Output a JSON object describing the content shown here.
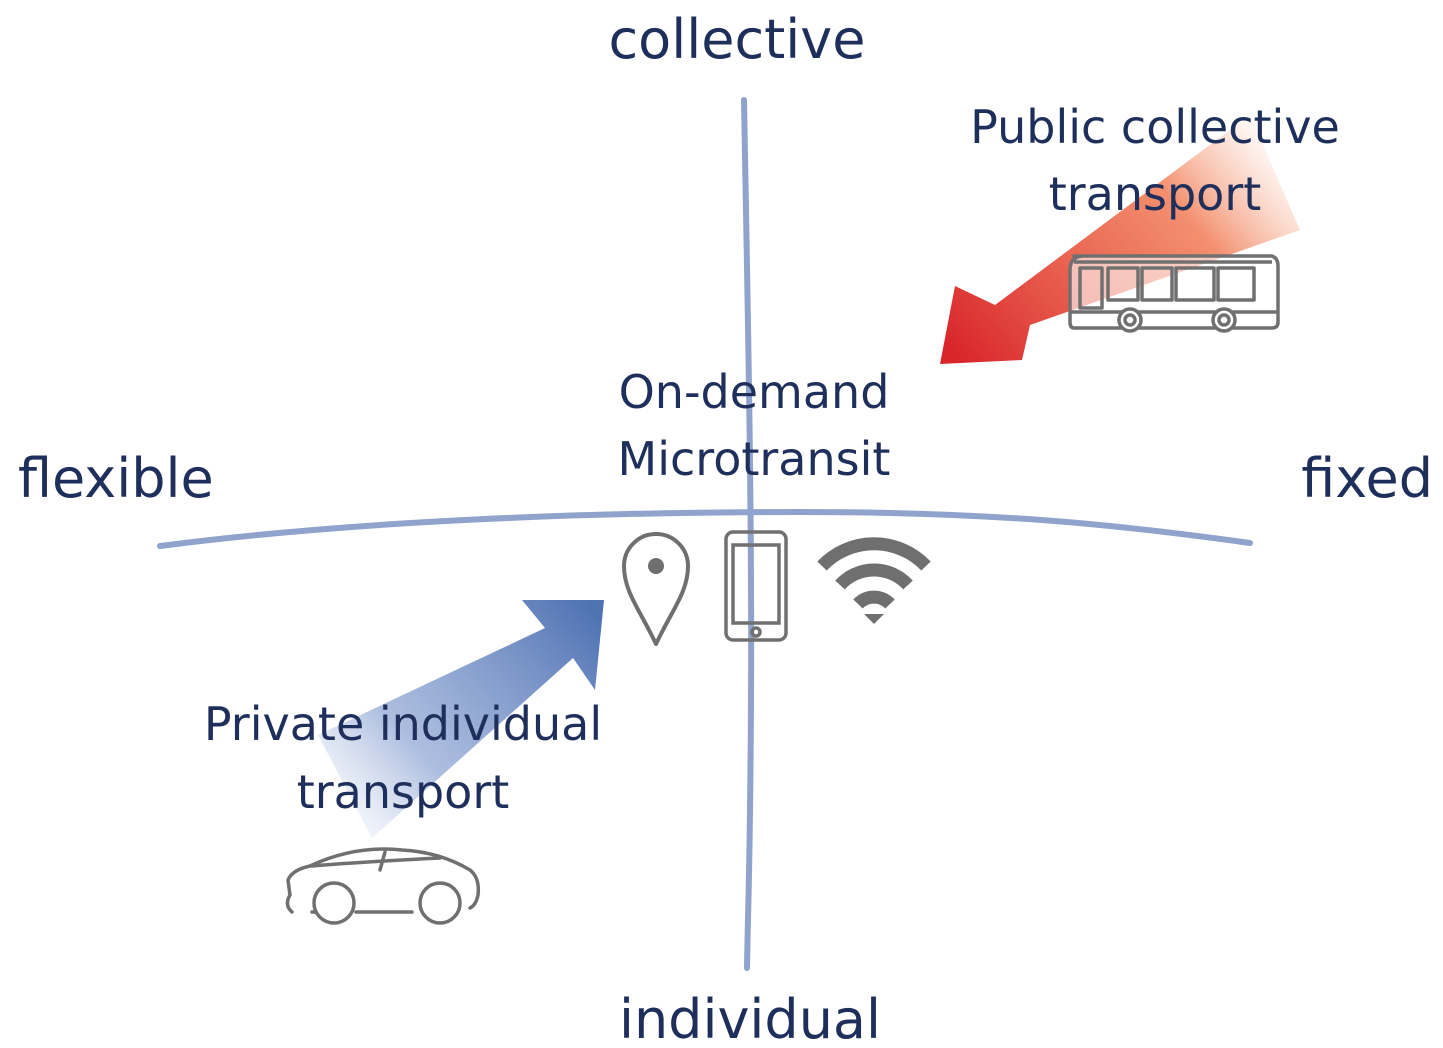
{
  "axes": {
    "top": "collective",
    "bottom": "individual",
    "left": "flexible",
    "right": "fixed"
  },
  "center": {
    "line1": "On-demand",
    "line2": "Microtransit"
  },
  "public_transport": {
    "line1": "Public collective",
    "line2": "transport"
  },
  "private_transport": {
    "line1": "Private individual",
    "line2": "transport"
  },
  "icons": {
    "bus": "bus-icon",
    "car": "car-icon",
    "pin": "location-pin-icon",
    "phone": "smartphone-icon",
    "wifi": "wifi-icon"
  },
  "colors": {
    "text": "#1f2f5c",
    "axis": "#8fa3cc",
    "red_arrow": "#d9262c",
    "blue_arrow": "#4f72b3",
    "icon_gray": "#6f6f6f"
  }
}
